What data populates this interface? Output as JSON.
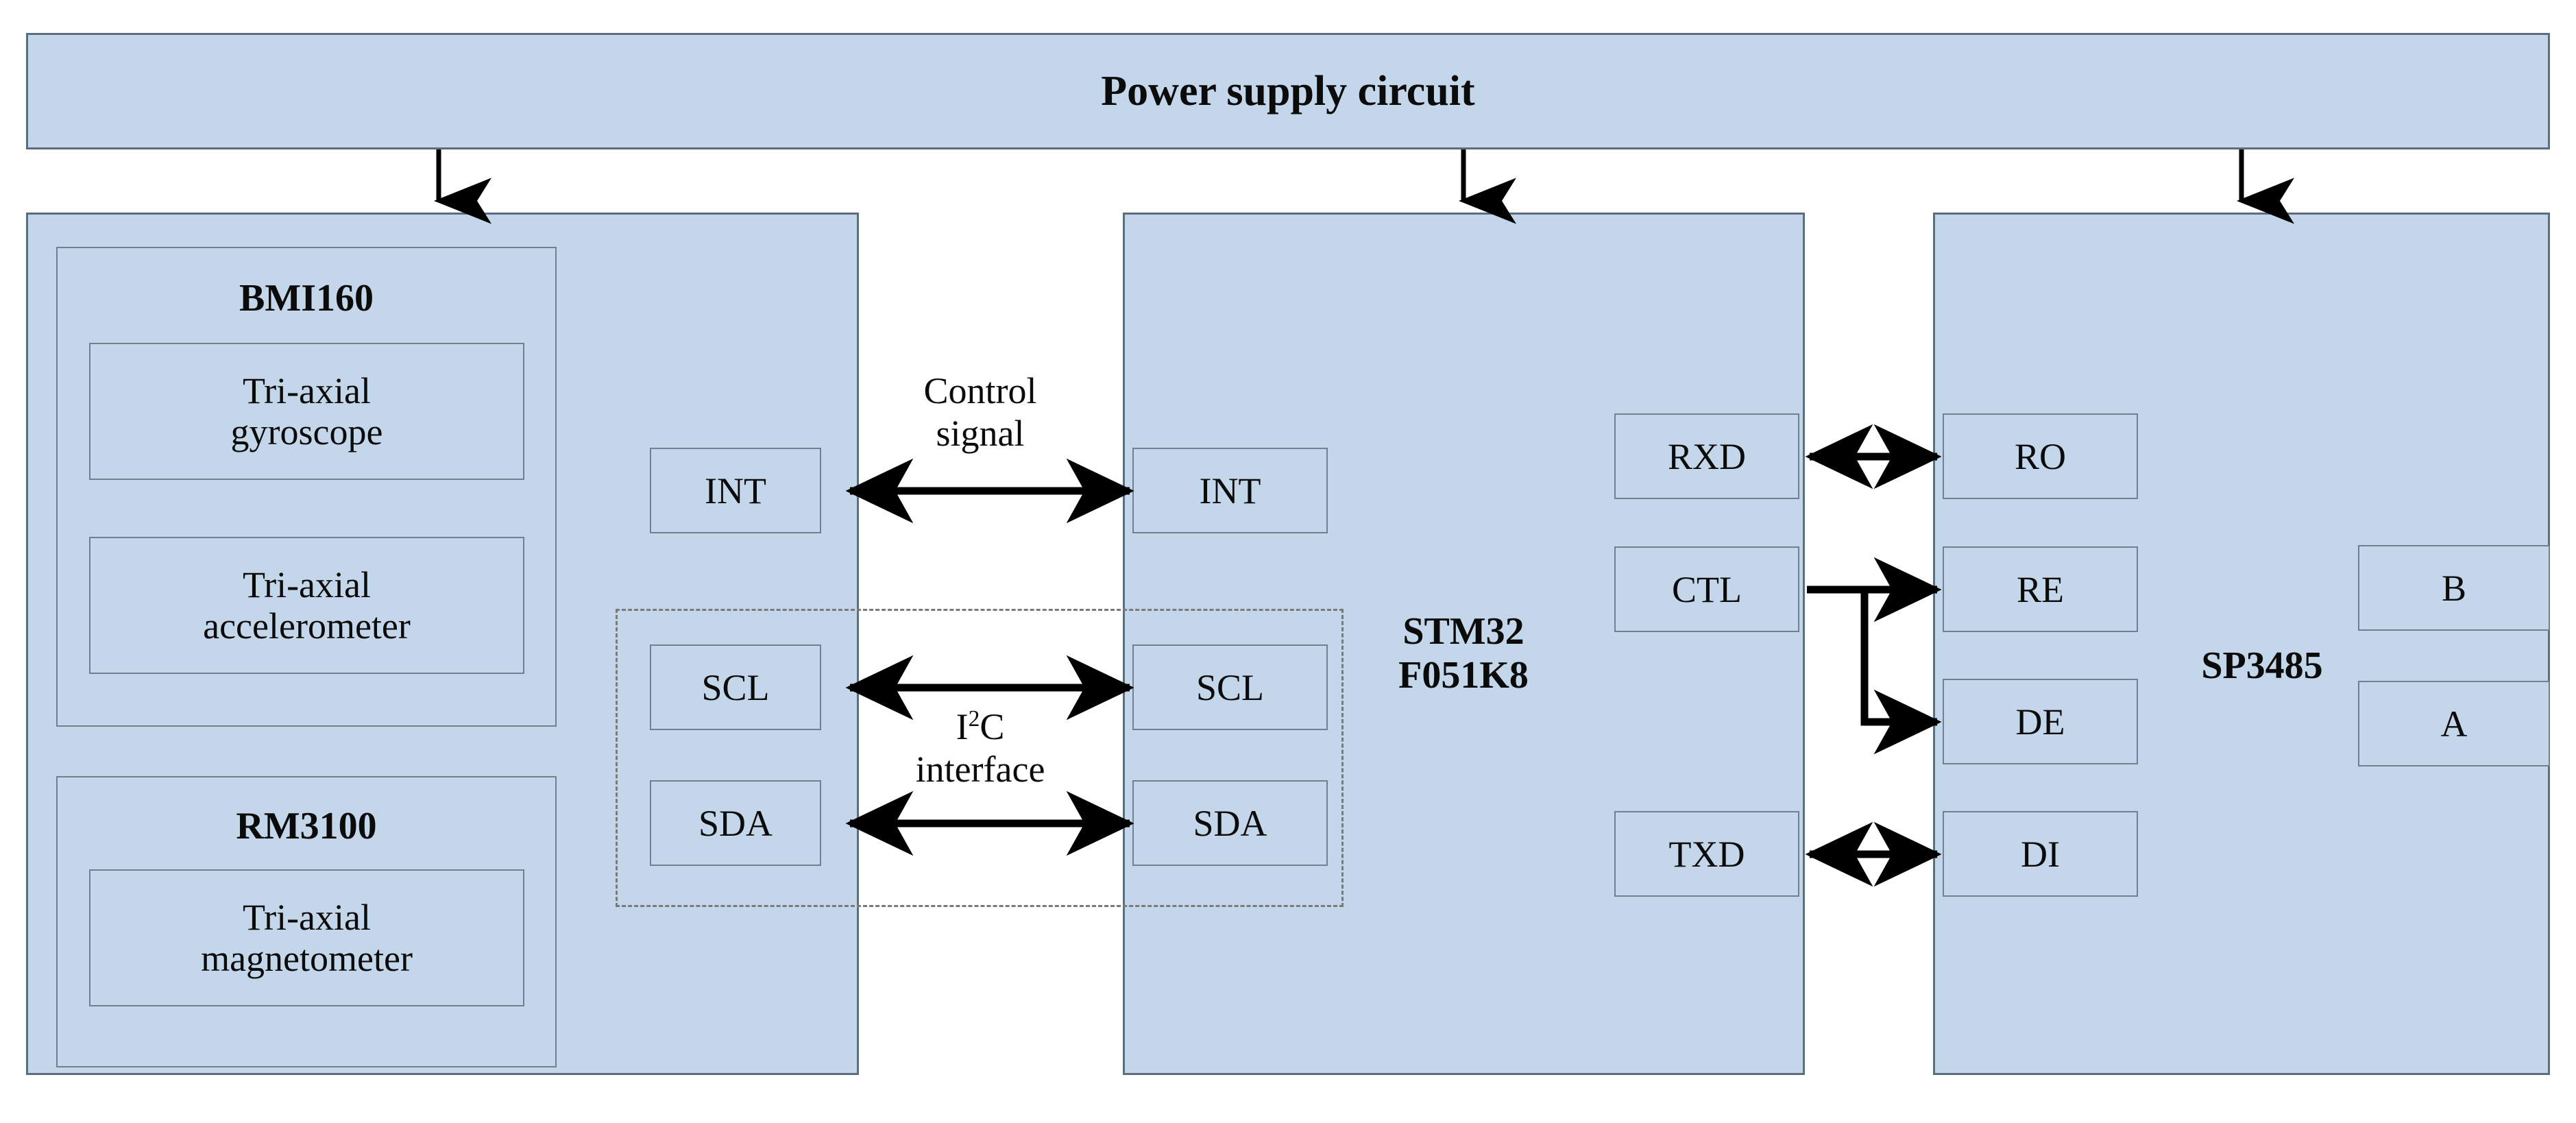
{
  "diagram": {
    "title": "Power supply circuit",
    "power_supply": {
      "label": "Power supply circuit"
    },
    "sensor_module": {
      "bmi160": {
        "label": "BMI160",
        "sub_blocks": [
          {
            "label": "Tri-axial\ngyroscope",
            "line1": "Tri-axial",
            "line2": "gyroscope"
          },
          {
            "label": "Tri-axial\naccelerometer",
            "line1": "Tri-axial",
            "line2": "accelerometer"
          }
        ]
      },
      "rm3100": {
        "label": "RM3100",
        "sub_blocks": [
          {
            "label": "Tri-axial\nmagnetometer",
            "line1": "Tri-axial",
            "line2": "magnetometer"
          }
        ]
      },
      "pins": [
        {
          "label": "INT"
        },
        {
          "label": "SCL"
        },
        {
          "label": "SDA"
        }
      ]
    },
    "mcu": {
      "label_line1": "STM32",
      "label_line2": "F051K8",
      "left_pins": [
        {
          "label": "INT"
        },
        {
          "label": "SCL"
        },
        {
          "label": "SDA"
        }
      ],
      "right_pins": [
        {
          "label": "RXD"
        },
        {
          "label": "CTL"
        },
        {
          "label": "TXD"
        }
      ]
    },
    "transceiver": {
      "label": "SP3485",
      "left_pins": [
        {
          "label": "RO"
        },
        {
          "label": "RE"
        },
        {
          "label": "DE"
        },
        {
          "label": "DI"
        }
      ],
      "right_pins": [
        {
          "label": "B"
        },
        {
          "label": "A"
        }
      ]
    },
    "connection_labels": {
      "control_signal_line1": "Control",
      "control_signal_line2": "signal",
      "i2c_line1_main": "I",
      "i2c_line1_sup": "2",
      "i2c_line1_tail": "C",
      "i2c_line2": "interface"
    },
    "colors": {
      "block_fill": "#c4d6e9",
      "block_stroke": "#5b6e80",
      "dashed_stroke": "#7a7a7a",
      "arrow": "#000000",
      "text": "#0b0b0b",
      "background": "#ffffff"
    }
  }
}
